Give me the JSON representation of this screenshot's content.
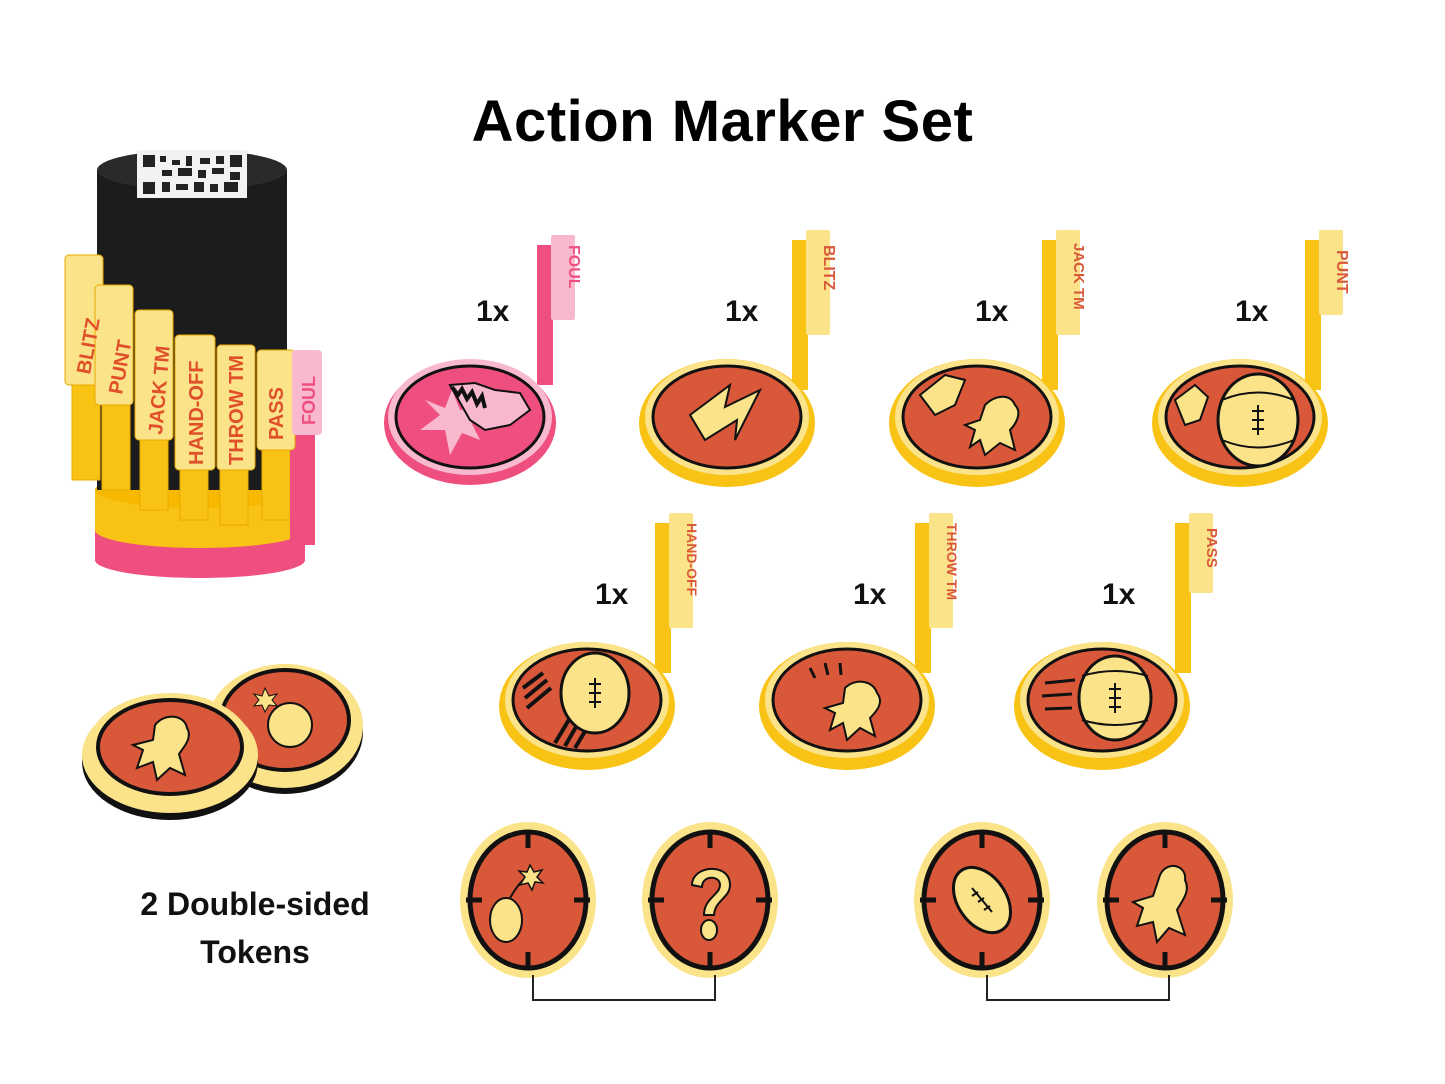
{
  "title": "Action Marker Set",
  "colors": {
    "yellow": "#f9c316",
    "pale_yellow": "#fbe38a",
    "orange_red": "#d9583a",
    "pink": "#ef4f7f",
    "light_pink": "#f8b9cf",
    "black": "#1a1a1a",
    "holder": "#1c1c1c"
  },
  "holder": {
    "label": "marker holder with qr code",
    "flags": [
      "BLITZ",
      "PUNT",
      "JACK TM",
      "HAND-OFF",
      "THROW TM",
      "PASS",
      "FOUL"
    ]
  },
  "markers_row1": [
    {
      "qty": "1x",
      "flag": "FOUL",
      "icon": "foot-kick-star-icon",
      "color": "pink"
    },
    {
      "qty": "1x",
      "flag": "BLITZ",
      "icon": "lightning-bolt-icon",
      "color": "yellow"
    },
    {
      "qty": "1x",
      "flag": "JACK TM",
      "icon": "boot-kicking-player-icon",
      "color": "yellow"
    },
    {
      "qty": "1x",
      "flag": "PUNT",
      "icon": "boot-kicking-football-icon",
      "color": "yellow"
    }
  ],
  "markers_row2": [
    {
      "qty": "1x",
      "flag": "HAND-OFF",
      "icon": "hands-football-icon",
      "color": "yellow"
    },
    {
      "qty": "1x",
      "flag": "THROW TM",
      "icon": "thrown-player-icon",
      "color": "yellow"
    },
    {
      "qty": "1x",
      "flag": "PASS",
      "icon": "moving-football-icon",
      "color": "yellow"
    }
  ],
  "tokens": {
    "caption_line1": "2 Double-sided",
    "caption_line2": "Tokens",
    "pairs": [
      {
        "front": "bomb-icon",
        "back": "question-mark-icon"
      },
      {
        "front": "spinning-football-icon",
        "back": "player-icon"
      }
    ]
  }
}
